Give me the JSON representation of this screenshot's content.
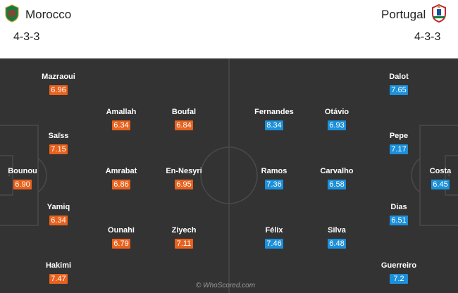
{
  "home": {
    "name": "Morocco",
    "formation": "4-3-3",
    "crest_icon": "morocco-crest-icon",
    "rating_color": "#e8611d",
    "players": [
      {
        "name": "Mazraoui",
        "rating": "6.96"
      },
      {
        "name": "Saïss",
        "rating": "7.15"
      },
      {
        "name": "Bounou",
        "rating": "6.90"
      },
      {
        "name": "Yamiq",
        "rating": "6.34"
      },
      {
        "name": "Hakimi",
        "rating": "7.47"
      },
      {
        "name": "Amallah",
        "rating": "6.34"
      },
      {
        "name": "Amrabat",
        "rating": "6.86"
      },
      {
        "name": "Ounahi",
        "rating": "6.79"
      },
      {
        "name": "Boufal",
        "rating": "6.84"
      },
      {
        "name": "En-Nesyri",
        "rating": "6.95"
      },
      {
        "name": "Ziyech",
        "rating": "7.11"
      }
    ]
  },
  "away": {
    "name": "Portugal",
    "formation": "4-3-3",
    "crest_icon": "portugal-crest-icon",
    "rating_color": "#1b8fd9",
    "players": [
      {
        "name": "Dalot",
        "rating": "7.65"
      },
      {
        "name": "Pepe",
        "rating": "7.17"
      },
      {
        "name": "Costa",
        "rating": "6.45"
      },
      {
        "name": "Dias",
        "rating": "6.51"
      },
      {
        "name": "Guerreiro",
        "rating": "7.2"
      },
      {
        "name": "Otávio",
        "rating": "6.93"
      },
      {
        "name": "Carvalho",
        "rating": "6.58"
      },
      {
        "name": "Silva",
        "rating": "6.48"
      },
      {
        "name": "Fernandes",
        "rating": "8.34"
      },
      {
        "name": "Ramos",
        "rating": "7.36"
      },
      {
        "name": "Félix",
        "rating": "7.46"
      }
    ]
  },
  "pitch_color": "#333333",
  "watermark": "© WhoScored.com"
}
